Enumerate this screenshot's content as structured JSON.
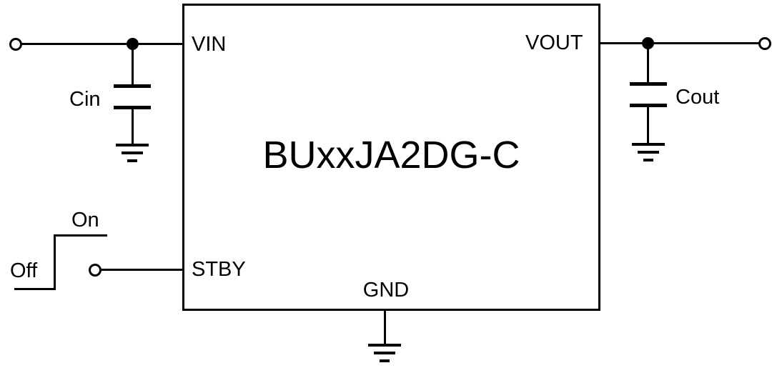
{
  "diagram": {
    "ic_label": "BUxxJA2DG-C",
    "pins": {
      "vin": "VIN",
      "vout": "VOUT",
      "stby": "STBY",
      "gnd": "GND"
    },
    "components": {
      "cin": "Cin",
      "cout": "Cout"
    },
    "signals": {
      "on": "On",
      "off": "Off"
    },
    "colors": {
      "wire": "#000000",
      "background": "#ffffff"
    }
  }
}
